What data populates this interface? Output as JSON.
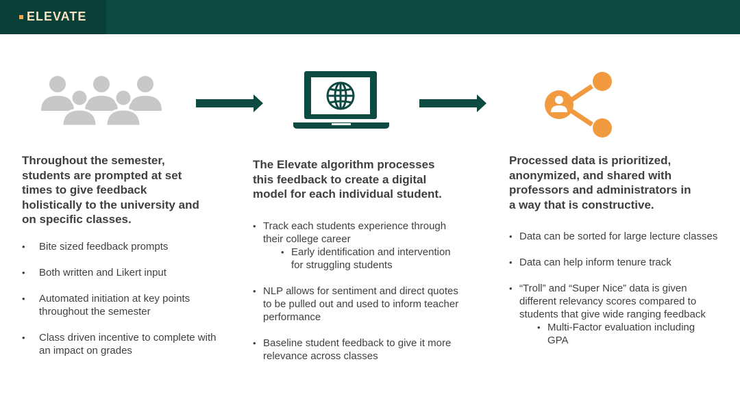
{
  "header": {
    "logo_text": "ELEVATE",
    "bg_color": "#0d4a42",
    "accent_color": "#f2a44a"
  },
  "icons": {
    "col1": "people-group-icon",
    "col2": "laptop-globe-icon",
    "col3": "share-network-icon"
  },
  "col1": {
    "heading": "Throughout the semester, students are prompted at set times to give feedback holistically to the university and on specific classes.",
    "bullets": [
      "Bite sized feedback prompts",
      "Both written and Likert input",
      "Automated initiation at key points throughout the semester",
      "Class driven incentive to complete with an impact on grades"
    ]
  },
  "col2": {
    "heading": "The Elevate algorithm processes this feedback to create a digital model for each individual student.",
    "bullets": [
      {
        "text": "Track each students experience through their college career",
        "sub": [
          "Early identification and intervention for struggling students"
        ]
      },
      {
        "text": "NLP allows for sentiment and direct quotes to be pulled out and used to inform teacher performance",
        "sub": []
      },
      {
        "text": "Baseline student feedback to give it more relevance across classes",
        "sub": []
      }
    ]
  },
  "col3": {
    "heading": "Processed data is prioritized, anonymized, and shared with professors and administrators in a way that is constructive.",
    "bullets": [
      {
        "text": "Data can be sorted for large lecture classes",
        "sub": []
      },
      {
        "text": "Data can help inform tenure track",
        "sub": []
      },
      {
        "text": "“Troll” and “Super Nice” data is given different relevancy scores compared to students that give wide ranging feedback",
        "sub": [
          "Multi-Factor evaluation including GPA"
        ]
      }
    ]
  }
}
